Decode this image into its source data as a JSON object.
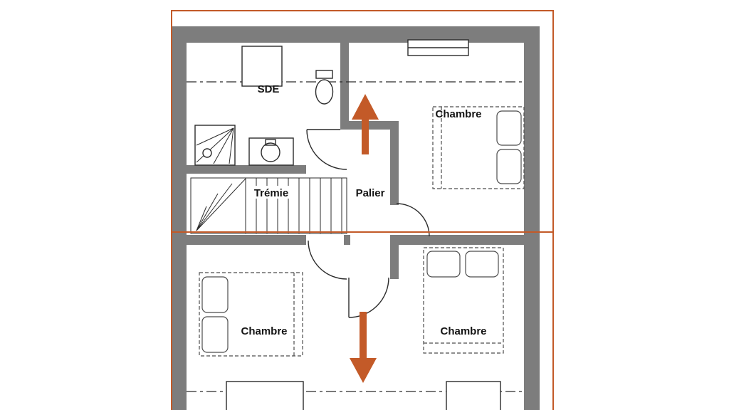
{
  "plan": {
    "rooms": [
      {
        "id": "sde",
        "label": "SDE"
      },
      {
        "id": "chambre_ne",
        "label": "Chambre"
      },
      {
        "id": "tremie",
        "label": "Trémie"
      },
      {
        "id": "palier",
        "label": "Palier"
      },
      {
        "id": "chambre_sw",
        "label": "Chambre"
      },
      {
        "id": "chambre_se",
        "label": "Chambre"
      }
    ],
    "icons": {
      "up_direction": "up-arrow-icon",
      "down_direction": "down-arrow-icon"
    },
    "colors": {
      "walls": "#7d7d7d",
      "section_lines": "#c35a28",
      "arrows": "#c35a28",
      "linework": "#2b2b2b",
      "background": "#ffffff",
      "labels": "#141414"
    }
  }
}
